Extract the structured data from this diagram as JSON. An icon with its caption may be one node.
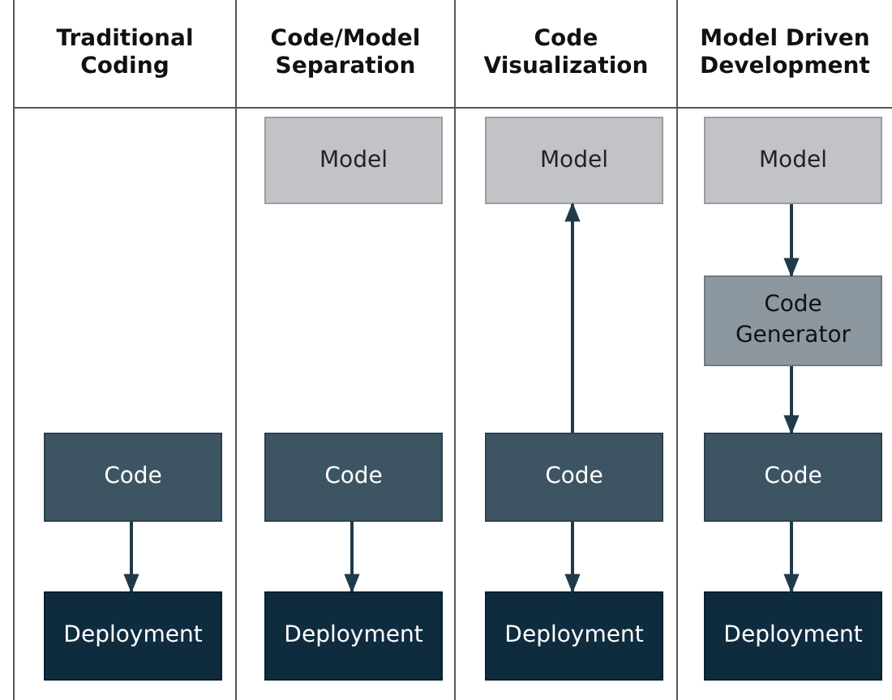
{
  "diagram": {
    "nodes": [
      {
        "text": [
          "Traditional Coding"
        ]
      },
      {
        "text": [
          "Code"
        ],
        "in": 0
      },
      {
        "text": [
          "Deployment"
        ],
        "in": 0
      },
      {
        "text": [
          "Code/Model Separation"
        ]
      },
      {
        "text": [
          "Model"
        ],
        "in": 3
      },
      {
        "text": [
          "Code"
        ],
        "in": 3
      },
      {
        "text": [
          "Deployment"
        ],
        "in": 3
      },
      {
        "text": [
          "Code Visualization"
        ]
      },
      {
        "text": [
          "Model"
        ],
        "in": 7
      },
      {
        "text": [
          "Code"
        ],
        "in": 7
      },
      {
        "text": [
          "Deployment"
        ],
        "in": 7
      },
      {
        "text": [
          "Model Driven Development"
        ]
      },
      {
        "text": [
          "Model"
        ],
        "in": 11
      },
      {
        "text": [
          "Code Generator"
        ],
        "in": 11
      },
      {
        "text": [
          "Code"
        ],
        "in": 11
      },
      {
        "text": [
          "Deployment"
        ],
        "in": 11
      }
    ],
    "edges": [
      {
        "from": 1,
        "to": 2,
        "arrow": "to"
      },
      {
        "from": 5,
        "to": 6,
        "arrow": "to"
      },
      {
        "from": 9,
        "to": 8,
        "arrow": "to"
      },
      {
        "from": 9,
        "to": 10,
        "arrow": "to"
      },
      {
        "from": 12,
        "to": 13,
        "arrow": "to"
      },
      {
        "from": 13,
        "to": 14,
        "arrow": "to"
      },
      {
        "from": 14,
        "to": 15,
        "arrow": "to"
      }
    ]
  }
}
